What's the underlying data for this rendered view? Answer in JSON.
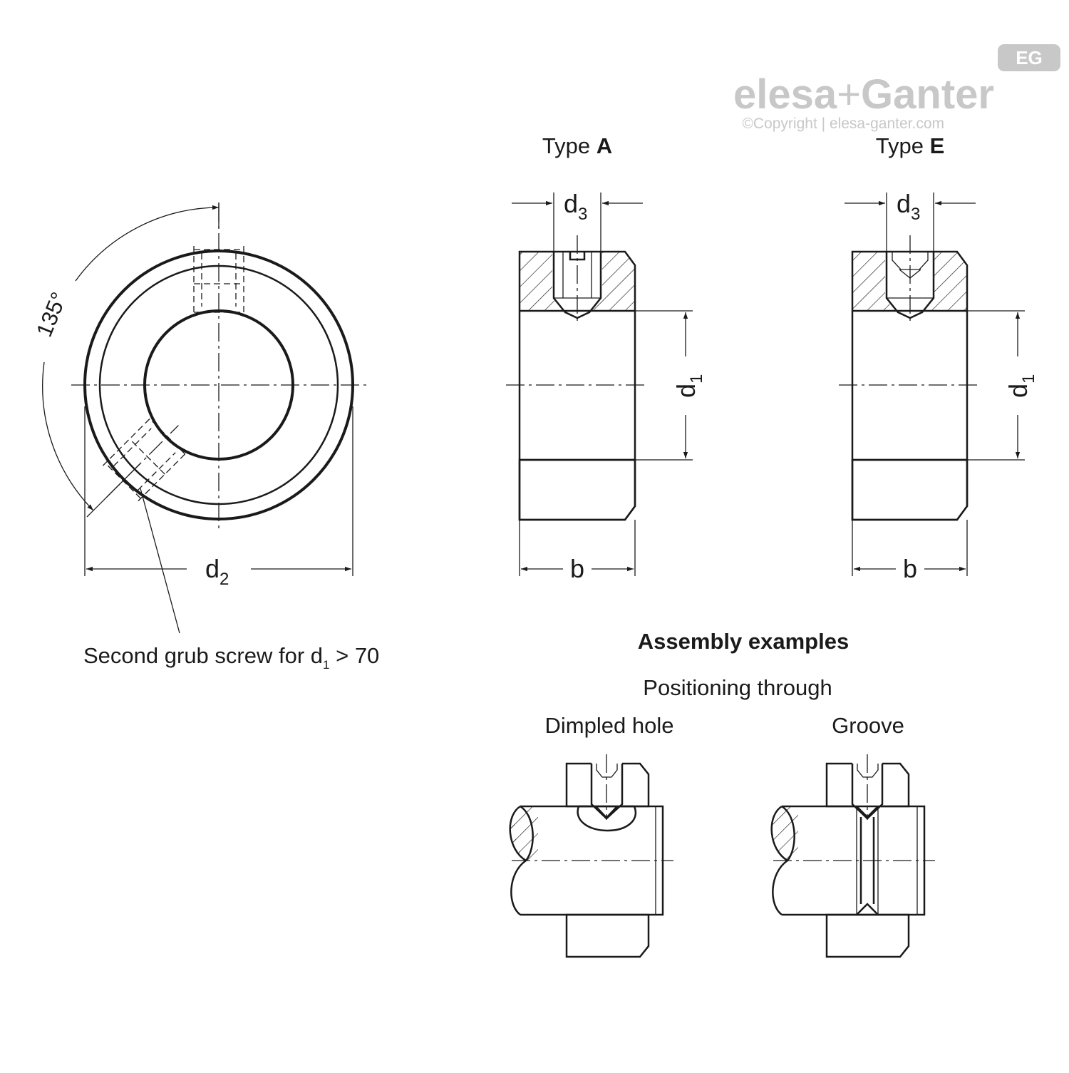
{
  "brand": {
    "badge": "EG",
    "name_left": "elesa",
    "name_plus": "+",
    "name_right": "Ganter",
    "copyright": "©Copyright | elesa-ganter.com"
  },
  "front_view": {
    "angle_label": "135°",
    "d2_main": "d",
    "d2_sub": "2",
    "note_prefix": "Second grub screw for d",
    "note_sub": "1",
    "note_suffix": " > 70"
  },
  "type_a": {
    "title_prefix": "Type ",
    "title_letter": "A",
    "d3_main": "d",
    "d3_sub": "3",
    "d1_main": "d",
    "d1_sub": "1",
    "b_label": "b"
  },
  "type_e": {
    "title_prefix": "Type ",
    "title_letter": "E",
    "d3_main": "d",
    "d3_sub": "3",
    "d1_main": "d",
    "d1_sub": "1",
    "b_label": "b"
  },
  "assembly": {
    "title": "Assembly examples",
    "subtitle": "Positioning through",
    "left_label": "Dimpled hole",
    "right_label": "Groove"
  },
  "colors": {
    "line": "#1a1a1a",
    "logo_grey": "#c8c8c8"
  }
}
